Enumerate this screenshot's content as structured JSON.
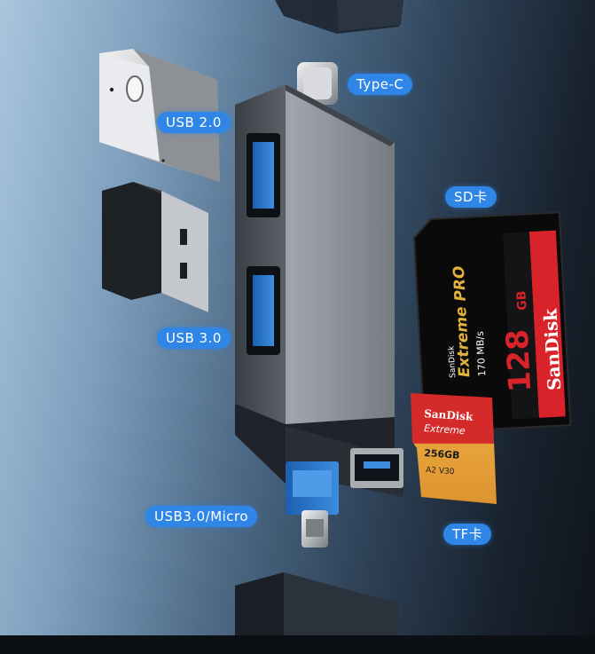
{
  "labels": {
    "type_c": "Type-C",
    "usb2": "USB 2.0",
    "sd": "SD卡",
    "usb3": "USB 3.0",
    "usb3_micro": "USB3.0/Micro",
    "tf": "TF卡"
  },
  "sd_card": {
    "brand_small": "SanDisk",
    "line": "Extreme PRO",
    "speed": "170 MB/s",
    "capacity": "128",
    "unit": "GB",
    "brand": "SanDisk"
  },
  "tf_card": {
    "brand": "SanDisk",
    "line": "Extreme",
    "capacity": "256GB",
    "marks": "A2  V30"
  },
  "colors": {
    "label_bg": "#2f86e6",
    "sd_red": "#d8232a",
    "tf_gold": "#e5a23a"
  }
}
